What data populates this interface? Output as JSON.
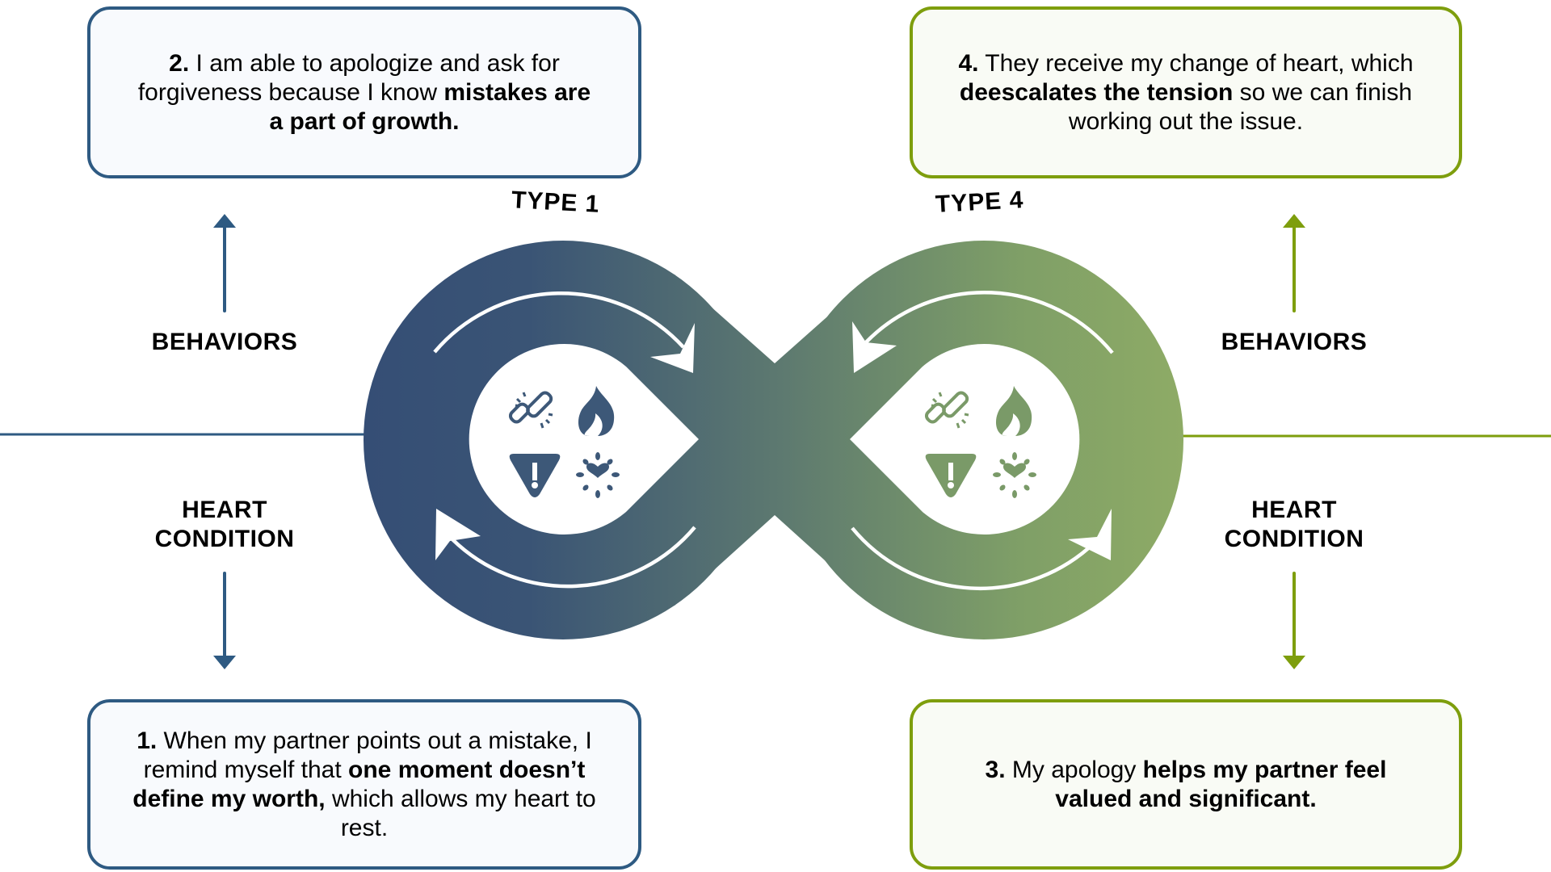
{
  "colors": {
    "type1_accent": "#2e5a82",
    "type4_accent": "#7e9e0d",
    "loop_gradient_start": "#354e75",
    "loop_gradient_mid": "#5c7870",
    "loop_gradient_end": "#8eab66",
    "icon_type1": "#3d5878",
    "icon_type4": "#7a9a68"
  },
  "loops": {
    "left_label": "TYPE 1",
    "right_label": "TYPE 4",
    "left_icons": [
      "broken-link-icon",
      "flame-icon",
      "warning-icon",
      "heart-burst-icon"
    ],
    "right_icons": [
      "broken-link-icon",
      "flame-icon",
      "warning-icon",
      "heart-burst-icon"
    ]
  },
  "left_side": {
    "behaviors_label": "BEHAVIORS",
    "heart_label_line1": "HEART",
    "heart_label_line2": "CONDITION"
  },
  "right_side": {
    "behaviors_label": "BEHAVIORS",
    "heart_label_line1": "HEART",
    "heart_label_line2": "CONDITION"
  },
  "boxes": {
    "step1": {
      "number": "1.",
      "parts": [
        {
          "text": " When my partner points out a mistake, I remind myself that ",
          "bold": false
        },
        {
          "text": "one moment doesn’t define my worth,",
          "bold": true
        },
        {
          "text": " which allows my heart to rest.",
          "bold": false
        }
      ]
    },
    "step2": {
      "number": "2.",
      "parts": [
        {
          "text": " I am able to apologize and ask for forgiveness because I know ",
          "bold": false
        },
        {
          "text": "mistakes are a part of growth.",
          "bold": true
        }
      ]
    },
    "step3": {
      "number": "3.",
      "parts": [
        {
          "text": " My apology ",
          "bold": false
        },
        {
          "text": "helps my partner feel valued and significant.",
          "bold": true
        }
      ]
    },
    "step4": {
      "number": "4.",
      "parts": [
        {
          "text": " They receive my change of heart, which ",
          "bold": false
        },
        {
          "text": "deescalates the tension",
          "bold": true
        },
        {
          "text": " so we can finish working out the issue.",
          "bold": false
        }
      ]
    }
  }
}
